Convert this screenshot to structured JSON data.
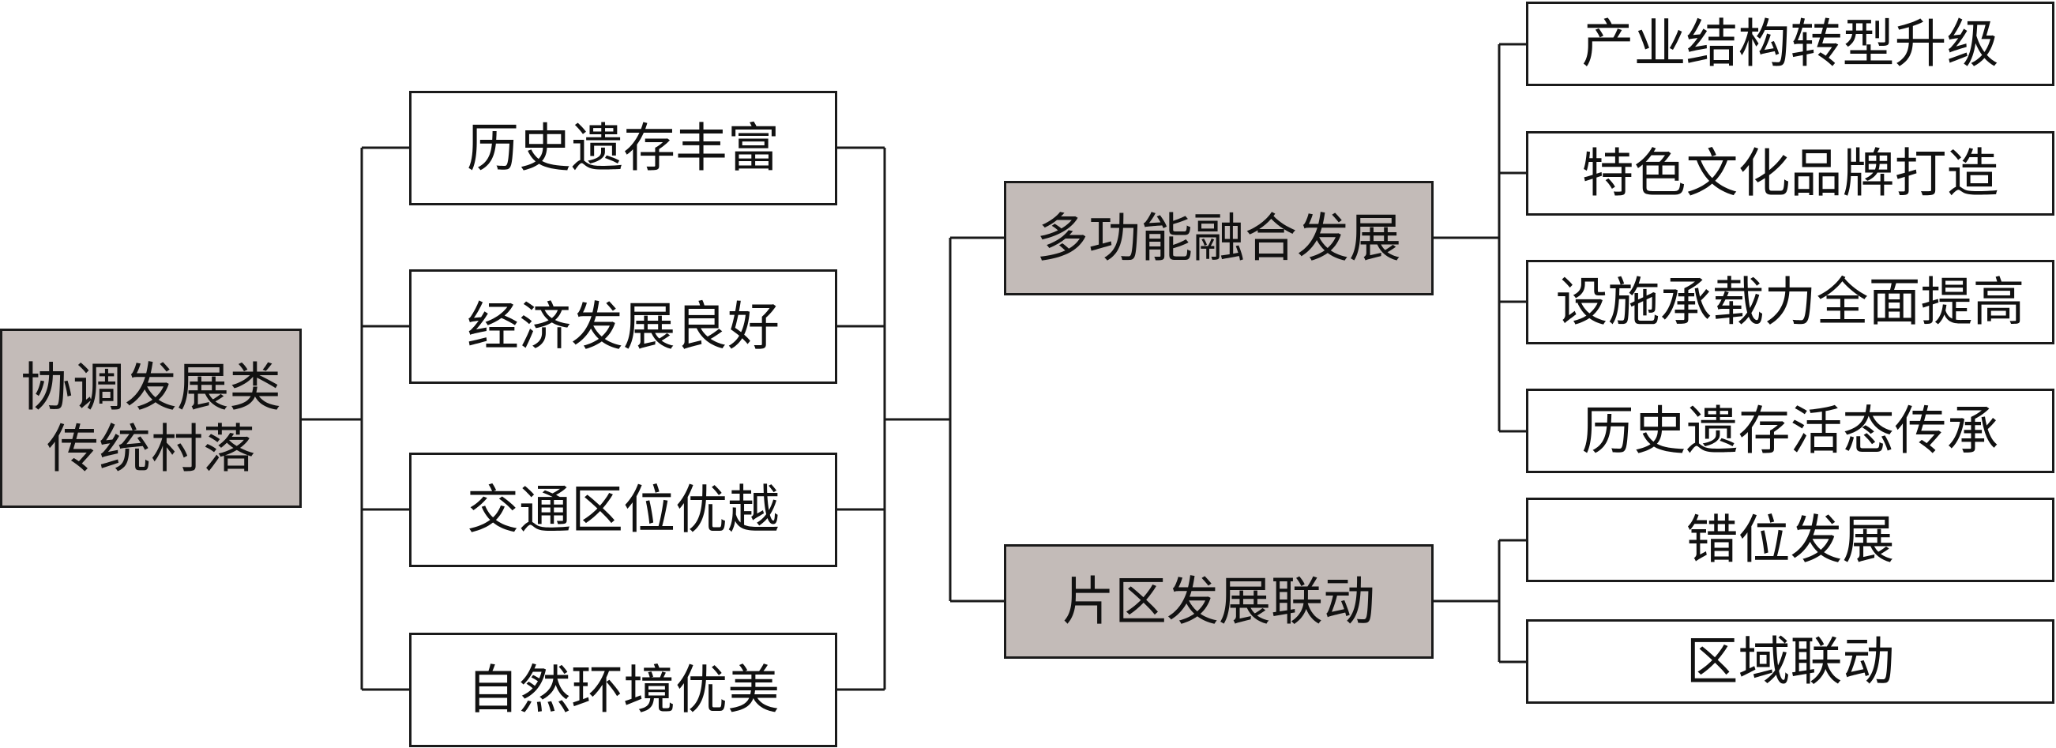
{
  "colors": {
    "highlight_fill": "#c3bbb8",
    "plain_fill": "#ffffff",
    "line": "#1a1a1a"
  },
  "root": {
    "line1": "协调发展类",
    "line2": "传统村落"
  },
  "features": [
    "历史遗存丰富",
    "经济发展良好",
    "交通区位优越",
    "自然环境优美"
  ],
  "strategies": [
    {
      "label": "多功能融合发展",
      "items": [
        "产业结构转型升级",
        "特色文化品牌打造",
        "设施承载力全面提高",
        "历史遗存活态传承"
      ]
    },
    {
      "label": "片区发展联动",
      "items": [
        "错位发展",
        "区域联动"
      ]
    }
  ]
}
